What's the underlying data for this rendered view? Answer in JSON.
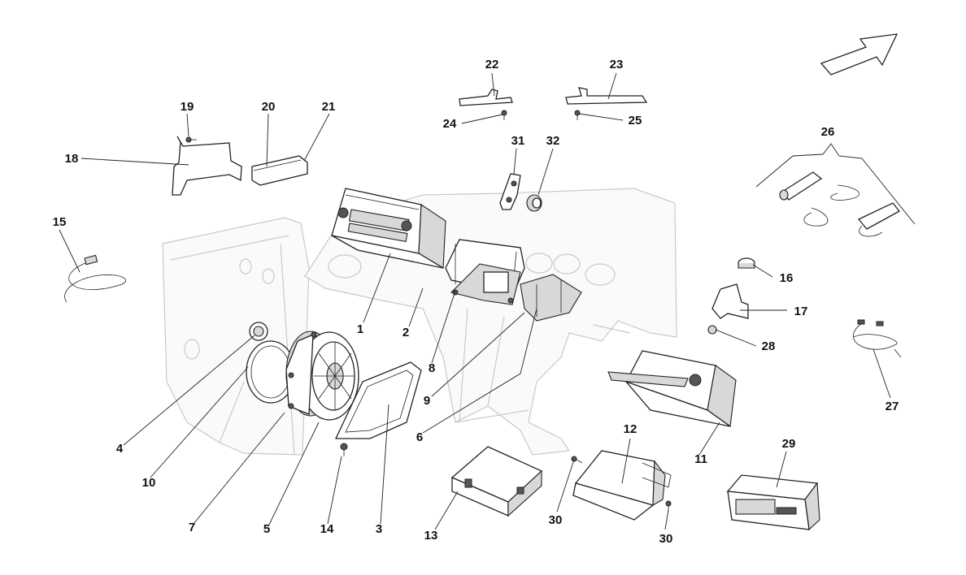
{
  "callouts": [
    {
      "id": "1",
      "label": "1"
    },
    {
      "id": "2",
      "label": "2"
    },
    {
      "id": "3",
      "label": "3"
    },
    {
      "id": "4",
      "label": "4"
    },
    {
      "id": "5",
      "label": "5"
    },
    {
      "id": "6",
      "label": "6"
    },
    {
      "id": "7",
      "label": "7"
    },
    {
      "id": "8",
      "label": "8"
    },
    {
      "id": "9",
      "label": "9"
    },
    {
      "id": "10",
      "label": "10"
    },
    {
      "id": "11",
      "label": "11"
    },
    {
      "id": "12",
      "label": "12"
    },
    {
      "id": "13",
      "label": "13"
    },
    {
      "id": "14",
      "label": "14"
    },
    {
      "id": "15",
      "label": "15"
    },
    {
      "id": "16",
      "label": "16"
    },
    {
      "id": "17",
      "label": "17"
    },
    {
      "id": "18",
      "label": "18"
    },
    {
      "id": "19",
      "label": "19"
    },
    {
      "id": "20",
      "label": "20"
    },
    {
      "id": "21",
      "label": "21"
    },
    {
      "id": "22",
      "label": "22"
    },
    {
      "id": "23",
      "label": "23"
    },
    {
      "id": "24",
      "label": "24"
    },
    {
      "id": "25",
      "label": "25"
    },
    {
      "id": "26",
      "label": "26"
    },
    {
      "id": "27",
      "label": "27"
    },
    {
      "id": "28",
      "label": "28"
    },
    {
      "id": "29",
      "label": "29"
    },
    {
      "id": "30a",
      "label": "30"
    },
    {
      "id": "30b",
      "label": "30"
    },
    {
      "id": "31",
      "label": "31"
    },
    {
      "id": "32",
      "label": "32"
    }
  ],
  "icons": {
    "orientation": "direction-arrow-icon"
  }
}
